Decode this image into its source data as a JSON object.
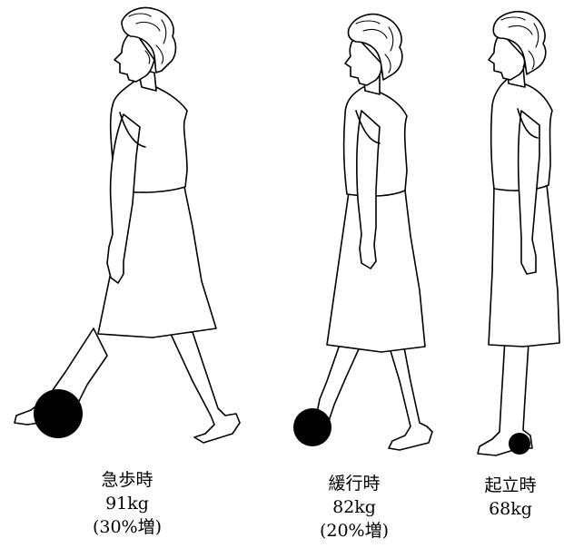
{
  "figures": [
    {
      "id": "fast-walk",
      "label": "急歩時",
      "load": "91kg",
      "increase": "(30%増)"
    },
    {
      "id": "slow-walk",
      "label": "緩行時",
      "load": "82kg",
      "increase": "(20%増)"
    },
    {
      "id": "standing",
      "label": "起立時",
      "load": "68kg",
      "increase": ""
    }
  ],
  "colors": {
    "ink": "#000000",
    "paper": "#ffffff"
  }
}
